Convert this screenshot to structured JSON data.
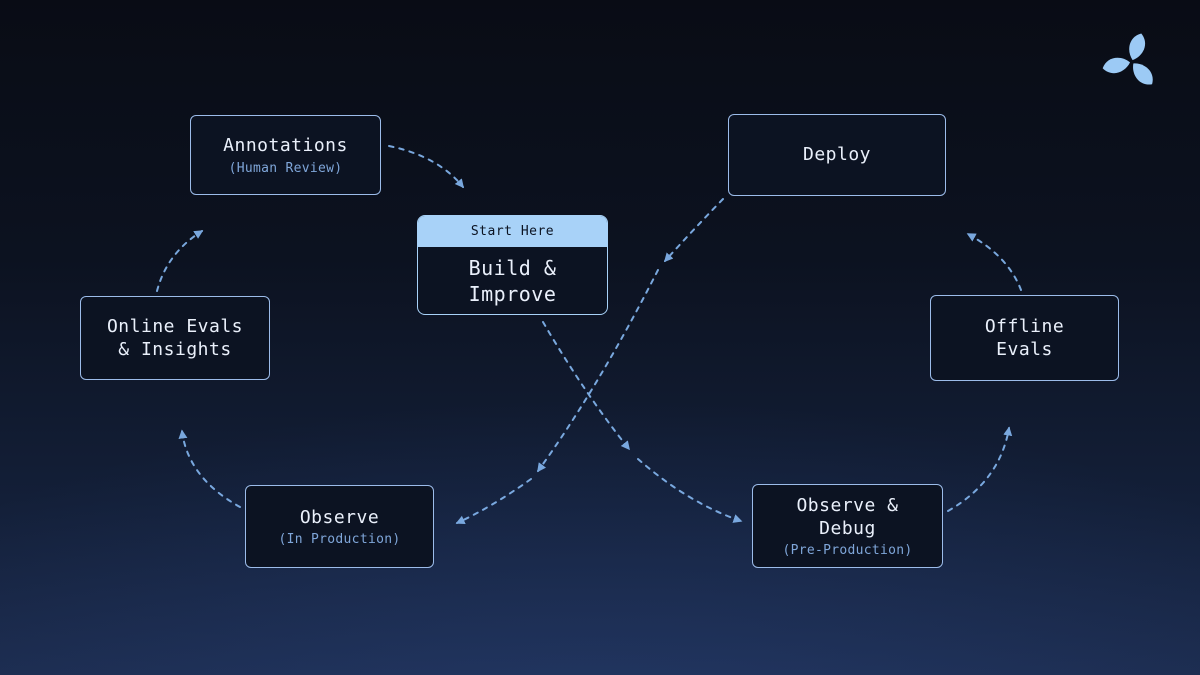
{
  "colors": {
    "background_top": "#090c15",
    "background_bottom": "#1b2a4b",
    "node_fill": "#0c1322",
    "node_border": "#9cbcea",
    "title_text": "#eaf0fb",
    "subtitle_text": "#7fa6d9",
    "arrow": "#7fb0e8",
    "start_badge_bg": "#a8d2f8",
    "start_badge_text": "#0b1322",
    "logo": "#9ccaf5"
  },
  "logo": {
    "name": "flower-logo"
  },
  "nodes": {
    "annotations": {
      "title": "Annotations",
      "subtitle": "(Human Review)"
    },
    "deploy": {
      "title": "Deploy"
    },
    "start": {
      "badge": "Start Here",
      "title": "Build &\nImprove"
    },
    "online_evals": {
      "title": "Online Evals\n& Insights"
    },
    "offline_evals": {
      "title": "Offline\nEvals"
    },
    "observe_production": {
      "title": "Observe",
      "subtitle": "(In Production)"
    },
    "observe_debug": {
      "title": "Observe &\nDebug",
      "subtitle": "(Pre-Production)"
    }
  },
  "edges": [
    {
      "from": "start",
      "to": "observe_debug"
    },
    {
      "from": "observe_debug",
      "to": "offline_evals"
    },
    {
      "from": "offline_evals",
      "to": "deploy"
    },
    {
      "from": "deploy",
      "to": "observe_production"
    },
    {
      "from": "observe_production",
      "to": "online_evals"
    },
    {
      "from": "online_evals",
      "to": "annotations"
    },
    {
      "from": "annotations",
      "to": "start"
    }
  ]
}
